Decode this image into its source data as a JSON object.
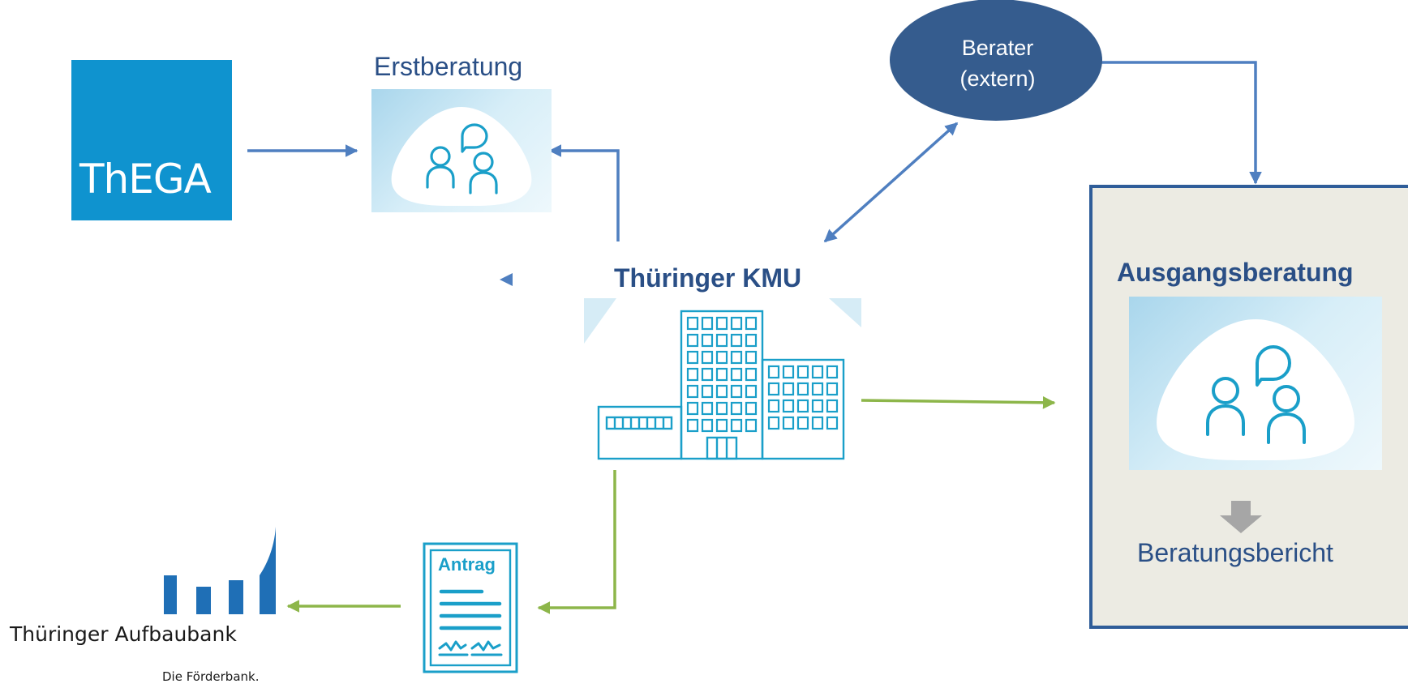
{
  "thega": {
    "logo_text": "ThEGA"
  },
  "erstberatung": {
    "title": "Erstberatung"
  },
  "berater": {
    "line1": "Berater",
    "line2": "(extern)"
  },
  "kmu": {
    "title": "Thüringer KMU"
  },
  "ausgangsberatung": {
    "title": "Ausgangsberatung",
    "result": "Beratungsbericht"
  },
  "antrag": {
    "label": "Antrag"
  },
  "aufbaubank": {
    "name": "Thüringer Aufbaubank",
    "tagline": "Die Förderbank."
  },
  "colors": {
    "blue_arrow": "#4f7fc0",
    "green_arrow": "#8db64a",
    "navy": "#2a4f86",
    "berater_fill": "#355c8e",
    "icon_cyan": "#1a9fc9",
    "panel_bg": "#ecebe3"
  }
}
